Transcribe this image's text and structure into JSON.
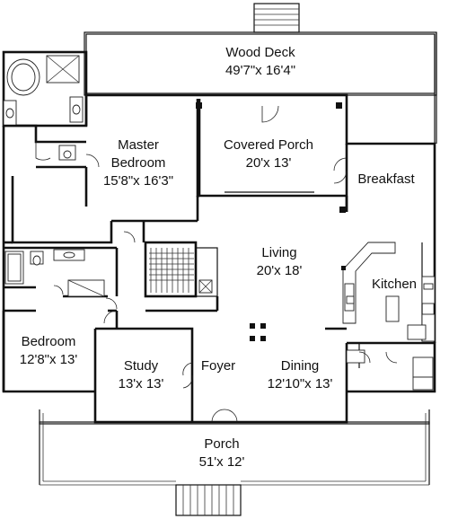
{
  "rooms": {
    "wood_deck": {
      "name": "Wood Deck",
      "dims": "49'7\"x 16'4\""
    },
    "master_bedroom": {
      "name1": "Master",
      "name2": "Bedroom",
      "dims": "15'8\"x 16'3\""
    },
    "covered_porch": {
      "name": "Covered Porch",
      "dims": "20'x 13'"
    },
    "breakfast": {
      "name": "Breakfast"
    },
    "living": {
      "name": "Living",
      "dims": "20'x 18'"
    },
    "kitchen": {
      "name": "Kitchen"
    },
    "bedroom": {
      "name": "Bedroom",
      "dims": "12'8\"x 13'"
    },
    "study": {
      "name": "Study",
      "dims": "13'x 13'"
    },
    "foyer": {
      "name": "Foyer"
    },
    "dining": {
      "name": "Dining",
      "dims": "12'10\"x 13'"
    },
    "porch": {
      "name": "Porch",
      "dims": "51'x 12'"
    }
  }
}
